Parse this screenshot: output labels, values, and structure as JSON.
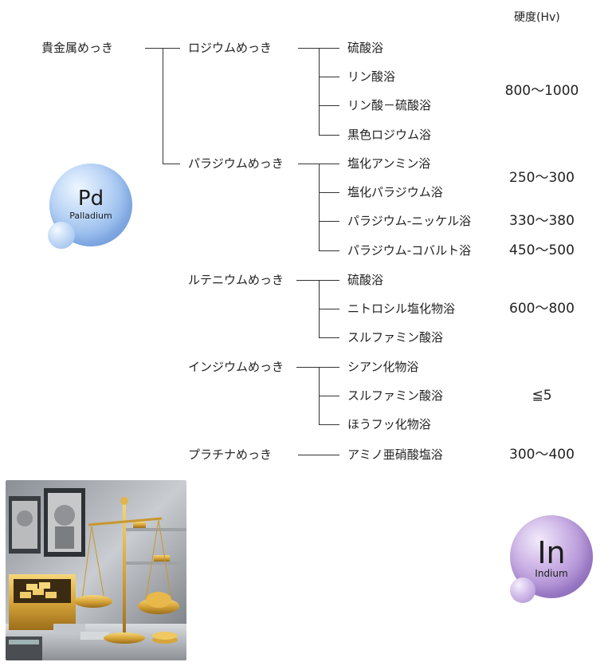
{
  "header": {
    "hardness_label": "硬度(Hv)"
  },
  "root": {
    "label": "貴金属めっき"
  },
  "categories": [
    {
      "name": "ロジウムめっき",
      "baths": [
        "硫酸浴",
        "リン酸浴",
        "リン酸－硫酸浴",
        "黒色ロジウム浴"
      ]
    },
    {
      "name": "パラジウムめっき",
      "baths": [
        "塩化アンミン浴",
        "塩化パラジウム浴",
        "パラジウム-ニッケル浴",
        "パラジウム-コバルト浴"
      ]
    },
    {
      "name": "ルテニウムめっき",
      "baths": [
        "硫酸浴",
        "ニトロシル塩化物浴",
        "スルファミン酸浴"
      ]
    },
    {
      "name": "インジウムめっき",
      "baths": [
        "シアン化物浴",
        "スルファミン酸浴",
        "ほうフッ化物浴"
      ]
    },
    {
      "name": "プラチナめっき",
      "baths": [
        "アミノ亜硝酸塩浴"
      ]
    }
  ],
  "hardness_values": [
    "800～1000",
    "250～300",
    "330～380",
    "450～500",
    "600～800",
    "≦5",
    "300～400"
  ],
  "elements": {
    "pd": {
      "symbol": "Pd",
      "name": "Palladium",
      "color": "#8fb6ea"
    },
    "in": {
      "symbol": "In",
      "name": "Indium",
      "color": "#a886cf"
    }
  }
}
